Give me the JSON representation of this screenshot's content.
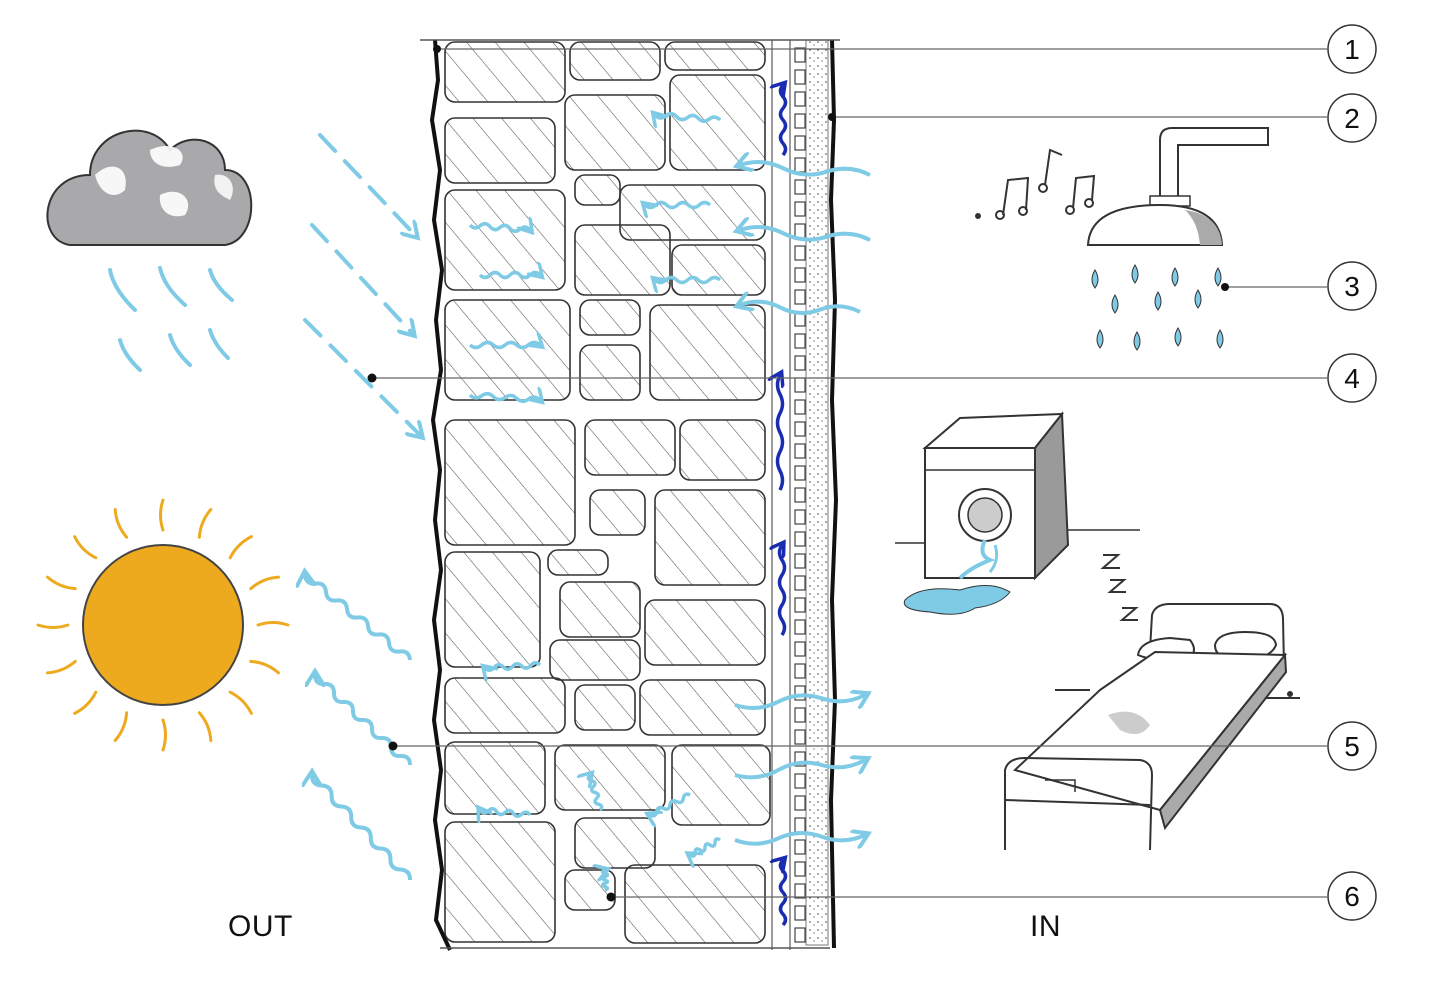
{
  "labels": {
    "outside": "OUT",
    "inside": "IN"
  },
  "callouts": [
    "1",
    "2",
    "3",
    "4",
    "5",
    "6"
  ],
  "icons": {
    "cloud": "rain-cloud-icon",
    "sun": "sun-icon",
    "shower": "shower-icon",
    "music": "music-notes-icon",
    "washer": "washing-machine-icon",
    "bed": "bed-icon",
    "sleep": "zzz-icon"
  },
  "colors": {
    "moisture": "#7fcbe6",
    "vapour_rising": "#1a2db0",
    "sun": "#eeaa1f",
    "cloud": "#a9a9ab",
    "ink": "#111111"
  }
}
